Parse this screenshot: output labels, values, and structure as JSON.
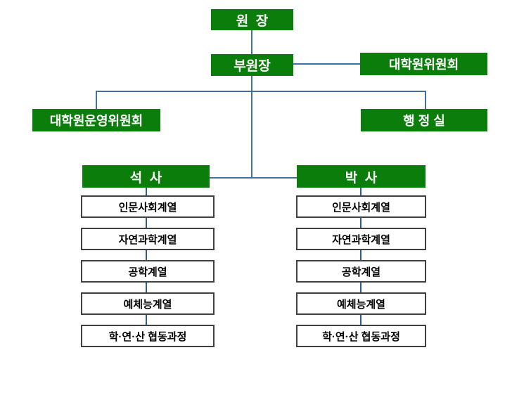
{
  "nodes": {
    "director": "원  장",
    "vice_director": "부원장",
    "grad_committee": "대학원위원회",
    "operations_committee": "대학원운영위원회",
    "admin_office": "행 정 실",
    "masters": "석  사",
    "doctorate": "박  사"
  },
  "programs": [
    "인문사회계열",
    "자연과학계열",
    "공학계열",
    "예체능계열",
    "학·연·산 협동과정"
  ],
  "colors": {
    "node_green": "#0A7D0A",
    "node_text": "#FFFFFF",
    "connector": "#41719C",
    "connector_dark": "#2F5E8E",
    "program_border": "#404040",
    "program_text": "#000000",
    "background": "#FFFFFF"
  }
}
